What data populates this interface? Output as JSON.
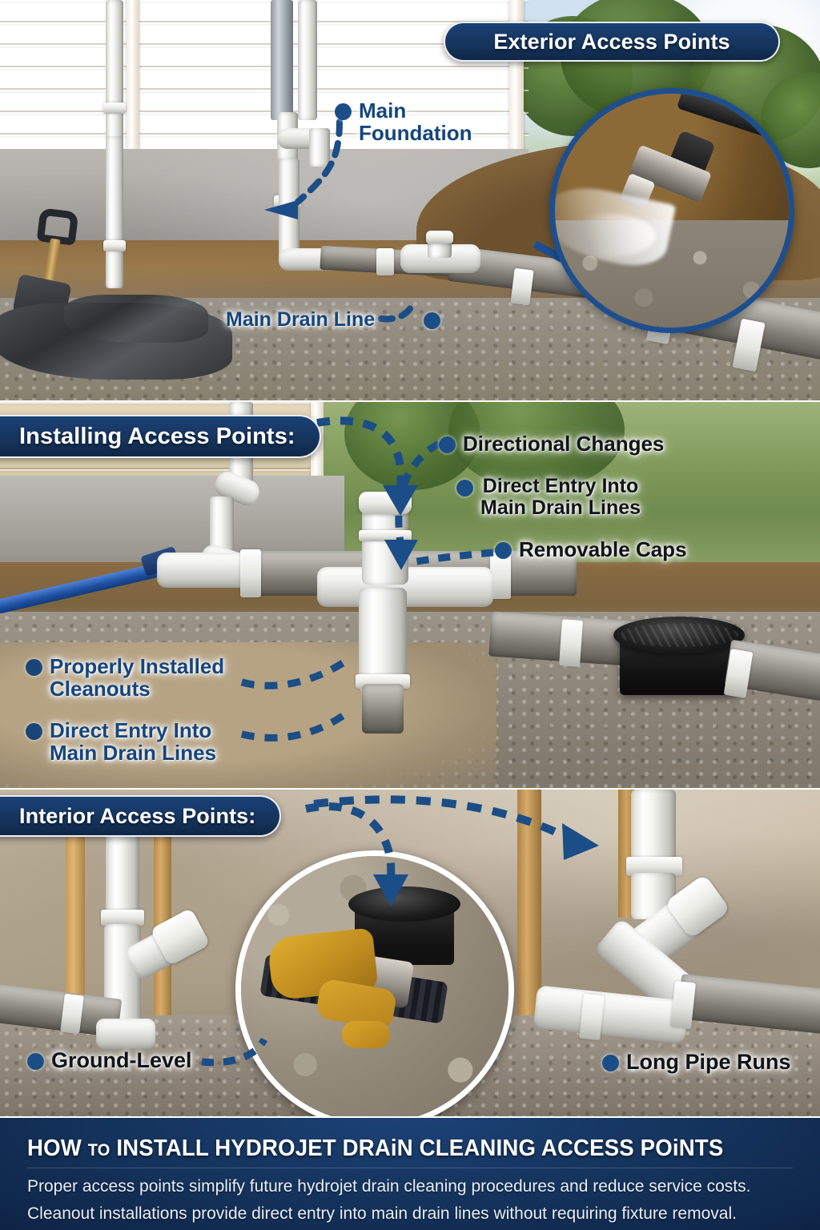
{
  "sections": [
    {
      "id": "exterior",
      "banner": "Exterior Access Points",
      "callouts": [
        {
          "id": "main-foundation",
          "text": "Main\nFoundation",
          "style": "navy"
        },
        {
          "id": "main-drain-line",
          "text": "Main Drain Line",
          "style": "navy"
        }
      ],
      "inset": {
        "type": "magnifier-circle",
        "depicts": "hydrojet-nozzle-spraying-water-in-trench"
      }
    },
    {
      "id": "installing",
      "banner": "Installing Access Points:",
      "callouts": [
        {
          "id": "directional-changes",
          "text": "Directional Changes",
          "style": "black"
        },
        {
          "id": "direct-entry-into-main-drain-lines-top",
          "text": "Direct Entry Into\nMain Drain Lines",
          "style": "black"
        },
        {
          "id": "removable-caps",
          "text": "Removable Caps",
          "style": "black"
        },
        {
          "id": "properly-installed-cleanouts",
          "text": "Properly Installed\nCleanouts",
          "style": "navy"
        },
        {
          "id": "direct-entry-into-main-drain-lines-bottom",
          "text": "Direct Entry Into\nMain Drain Lines",
          "style": "navy"
        }
      ]
    },
    {
      "id": "interior",
      "banner": "Interior Access Points:",
      "callouts": [
        {
          "id": "ground-level",
          "text": "Ground-Level",
          "style": "black"
        },
        {
          "id": "long-pipe-runs",
          "text": "Long Pipe Runs",
          "style": "black"
        }
      ],
      "inset": {
        "type": "magnifier-circle-white",
        "depicts": "gloved-hand-installing-black-cleanout-on-pipe"
      }
    }
  ],
  "footer": {
    "title_pre": "HOW ",
    "title_small": "TO",
    "title_post": " INSTALL HYDROJET DRAiN CLEANING ACCESS POiNTS",
    "body": "Proper access points simplify future hydrojet drain cleaning procedures and reduce service costs. Cleanout installations provide direct entry into main drain lines without requiring fixture removal."
  },
  "colors": {
    "banner_navy": "#16355f",
    "footer_navy": "#12325c",
    "accent_blue": "#1b4d86",
    "label_navy": "#15457d",
    "label_black": "#111418",
    "magnifier_ring": "#1d4f8f"
  }
}
